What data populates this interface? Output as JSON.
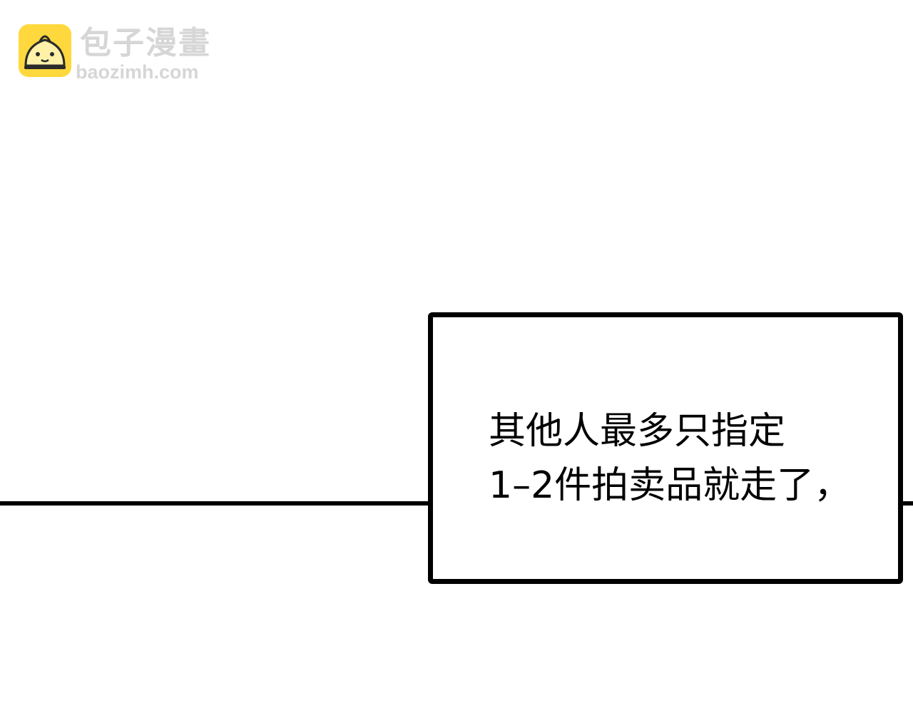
{
  "watermark": {
    "logo_icon": "steamed-bun-icon",
    "title": "包子漫畫",
    "url": "baozimh.com",
    "logo_color": "#FFD83D"
  },
  "caption": {
    "lines": [
      "其他人最多只指定",
      "1–2件拍卖品就走了，"
    ]
  }
}
